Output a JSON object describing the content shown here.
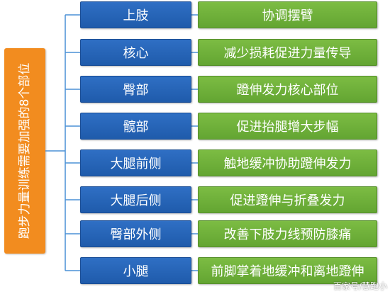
{
  "root": {
    "label": "跑步力量训练需要加强的8个部位"
  },
  "rows": [
    {
      "part": "上肢",
      "function": "协调摆臂"
    },
    {
      "part": "核心",
      "function": "减少损耗促进力量传导"
    },
    {
      "part": "臀部",
      "function": "蹬伸发力核心部位"
    },
    {
      "part": "髋部",
      "function": "促进抬腿增大步幅"
    },
    {
      "part": "大腿前侧",
      "function": "触地缓冲协助蹬伸发力"
    },
    {
      "part": "大腿后侧",
      "function": "促进蹬伸与折叠发力"
    },
    {
      "part": "臀部外侧",
      "function": "改善下肢力线预防膝痛"
    },
    {
      "part": "小腿",
      "function": "前脚掌着地缓冲和离地蹬伸"
    }
  ],
  "watermark": "百家号/慧跑小",
  "colors": {
    "root": "#f28c1f",
    "part": "#2466b8",
    "function": "#6eb23a",
    "connector": "#4a90d6"
  }
}
